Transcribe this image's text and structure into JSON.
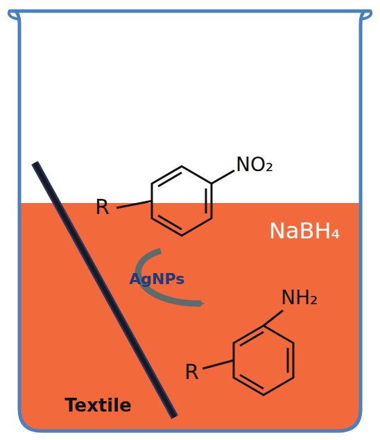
{
  "diagram": {
    "labels": [
      "R",
      "NO₂",
      "NaBH₄",
      "AgNPs",
      "NH₂",
      "R",
      "Textile"
    ]
  }
}
